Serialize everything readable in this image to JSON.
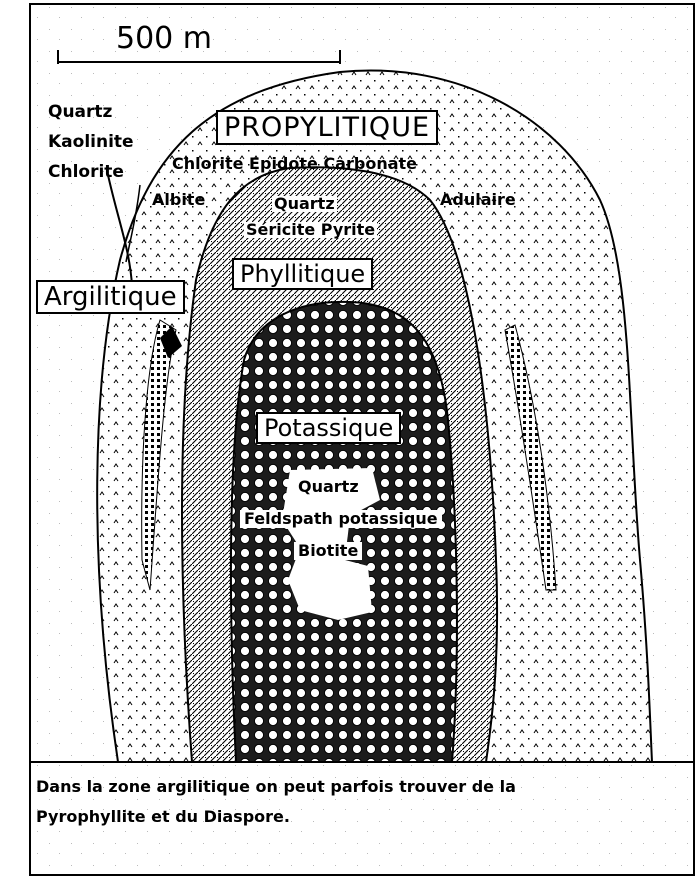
{
  "scale": {
    "label": "500 m"
  },
  "zones": {
    "propylitique": "PROPYLITIQUE",
    "phyllitique": "Phyllitique",
    "argilitique": "Argilitique",
    "potassique": "Potassique"
  },
  "minerals": {
    "argilitique_line1": "Quartz",
    "argilitique_line2": "Kaolinite",
    "argilitique_line3": "Chlorite",
    "propylitique_line": "Chlorite  Epidote Carbonate",
    "albite": "Albite",
    "adulaire": "Adulaire",
    "phyllitique_line1": "Quartz",
    "phyllitique_line2": "Séricite Pyrite",
    "potassique_line1": "Quartz",
    "potassique_line2": "Feldspath potassique",
    "potassique_line3": "Biotite"
  },
  "caption": {
    "line1": "Dans la zone argilitique  on peut parfois trouver de la",
    "line2": "Pyrophyllite et du Diaspore."
  }
}
